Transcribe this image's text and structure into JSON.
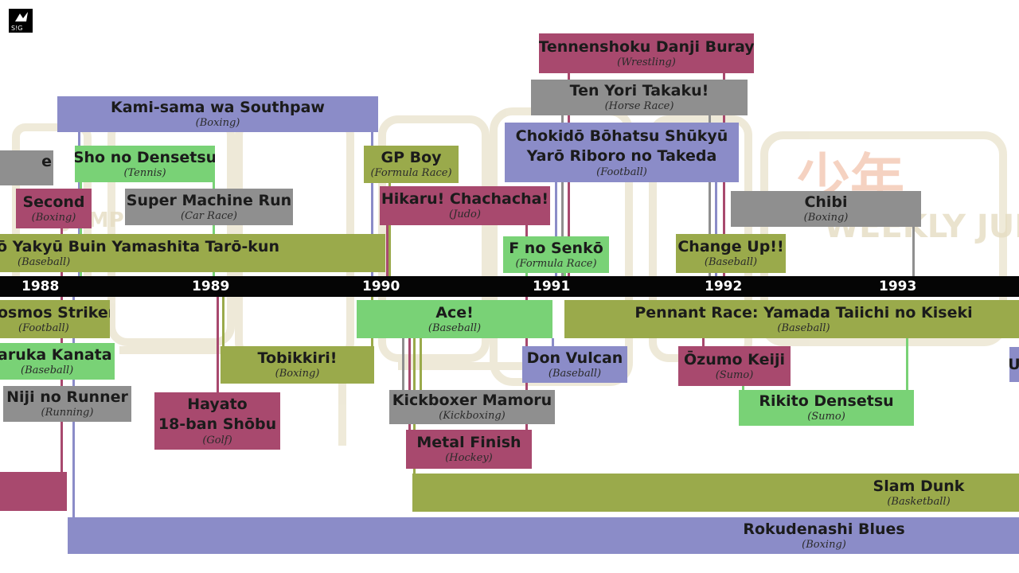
{
  "background": {
    "watermark_kanji": "少年",
    "watermark_word": "WEEKLY JUMP",
    "partial_word": "JUMP"
  },
  "corner_logo": {
    "text": "S!G"
  },
  "axis": {
    "years": [
      "1988",
      "1989",
      "1990",
      "1991",
      "1992",
      "1993"
    ]
  },
  "series": [
    {
      "title": "Tennenshoku Danji Buray",
      "genre": "(Wrestling)"
    },
    {
      "title": "Ten Yori Takaku!",
      "genre": "(Horse Race)"
    },
    {
      "title": "Kami-sama wa Southpaw",
      "genre": "(Boxing)"
    },
    {
      "title_line1": "Chokidō Bōhatsu Shūkyū",
      "title_line2": "Yarō Riboro no Takeda",
      "genre": "(Football)"
    },
    {
      "title": "e"
    },
    {
      "title": "Sho no Densetsu",
      "genre": "(Tennis)"
    },
    {
      "title": "GP Boy",
      "genre": "(Formula Race)"
    },
    {
      "title": "Second",
      "genre": "(Boxing)"
    },
    {
      "title": "Super Machine Run",
      "genre": "(Car Race)"
    },
    {
      "title": "Hikaru! Chachacha!",
      "genre": "(Judo)"
    },
    {
      "title": "Chibi",
      "genre": "(Boxing)"
    },
    {
      "title": "ō Yakyū Buin Yamashita Tarō-kun",
      "genre": "(Baseball)"
    },
    {
      "title": "F no Senkō",
      "genre": "(Formula Race)"
    },
    {
      "title": "Change Up!!",
      "genre": "(Baseball)"
    },
    {
      "title": "osmos Striker",
      "genre": "(Football)"
    },
    {
      "title": "Ace!",
      "genre": "(Baseball)"
    },
    {
      "title": "Pennant Race: Yamada Taiichi no Kiseki",
      "genre": "(Baseball)"
    },
    {
      "title": "aruka Kanata",
      "genre": "(Baseball)"
    },
    {
      "title": "Tobikkiri!",
      "genre": "(Boxing)"
    },
    {
      "title": "Don Vulcan",
      "genre": "(Baseball)"
    },
    {
      "title": "Ōzumo Keiji",
      "genre": "(Sumo)"
    },
    {
      "title": "Niji no Runner",
      "genre": "(Running)"
    },
    {
      "title_line1": "Hayato",
      "title_line2": "18-ban Shōbu",
      "genre": "(Golf)"
    },
    {
      "title": "Kickboxer Mamoru",
      "genre": "(Kickboxing)"
    },
    {
      "title": "Rikito Densetsu",
      "genre": "(Sumo)"
    },
    {
      "title": "Metal Finish",
      "genre": "(Hockey)"
    },
    {
      "title": "Slam Dunk",
      "genre": "(Basketball)"
    },
    {
      "title": "Rokudenashi Blues",
      "genre": "(Boxing)"
    },
    {
      "title": ""
    },
    {
      "title": "U"
    }
  ],
  "colors": {
    "green": "#79d276",
    "olive": "#9aaa4b",
    "purple": "#8b8cc8",
    "magenta": "#a8496e",
    "gray": "#8f8f8f",
    "axis": "#050505",
    "watermark": "#e6ddc2"
  }
}
